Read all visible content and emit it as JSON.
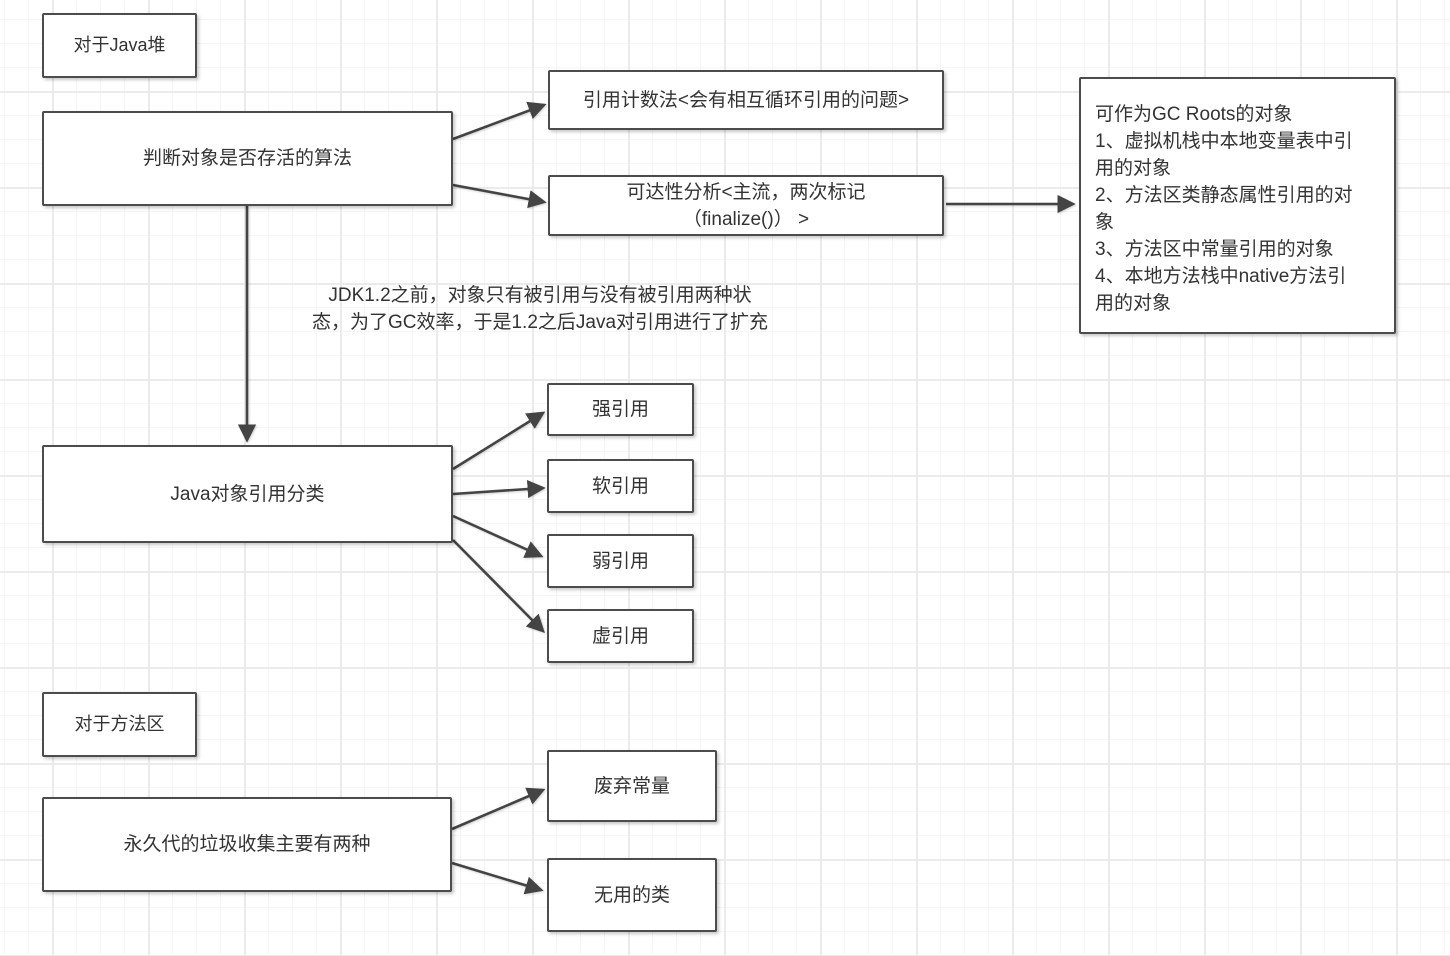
{
  "diagram": {
    "colors": {
      "shape_border": "#4c4c4c",
      "edge_stroke": "#444444",
      "text": "#333333",
      "grid_minor": "#f5f5f5",
      "grid_major": "#ebebeb",
      "background": "#ffffff"
    },
    "heap_section": {
      "title": "对于Java堆",
      "alive_algo": "判断对象是否存活的算法",
      "ref_counting": "引用计数法<会有相互循环引用的问题>",
      "reachability": "可达性分析<主流，两次标记\n（finalize()） >",
      "gc_roots": "可作为GC Roots的对象\n1、虚拟机栈中本地变量表中引\n用的对象\n2、方法区类静态属性引用的对\n象\n3、方法区中常量引用的对象\n4、本地方法栈中native方法引\n用的对象",
      "jdk_note": "JDK1.2之前，对象只有被引用与没有被引用两种状\n态，为了GC效率，于是1.2之后Java对引用进行了扩充",
      "ref_classify": "Java对象引用分类",
      "strong_ref": "强引用",
      "soft_ref": "软引用",
      "weak_ref": "弱引用",
      "phantom_ref": "虚引用"
    },
    "method_area_section": {
      "title": "对于方法区",
      "permgen_gc": "永久代的垃圾收集主要有两种",
      "discarded_constants": "废弃常量",
      "useless_classes": "无用的类"
    },
    "edges": [
      {
        "from": "alive-algo",
        "to": "ref-counting"
      },
      {
        "from": "alive-algo",
        "to": "reachability"
      },
      {
        "from": "reachability",
        "to": "gc-roots"
      },
      {
        "from": "alive-algo",
        "to": "ref-classify"
      },
      {
        "from": "ref-classify",
        "to": "strong-ref"
      },
      {
        "from": "ref-classify",
        "to": "soft-ref"
      },
      {
        "from": "ref-classify",
        "to": "weak-ref"
      },
      {
        "from": "ref-classify",
        "to": "phantom-ref"
      },
      {
        "from": "permgen-gc",
        "to": "discarded-constants"
      },
      {
        "from": "permgen-gc",
        "to": "useless-classes"
      }
    ]
  }
}
